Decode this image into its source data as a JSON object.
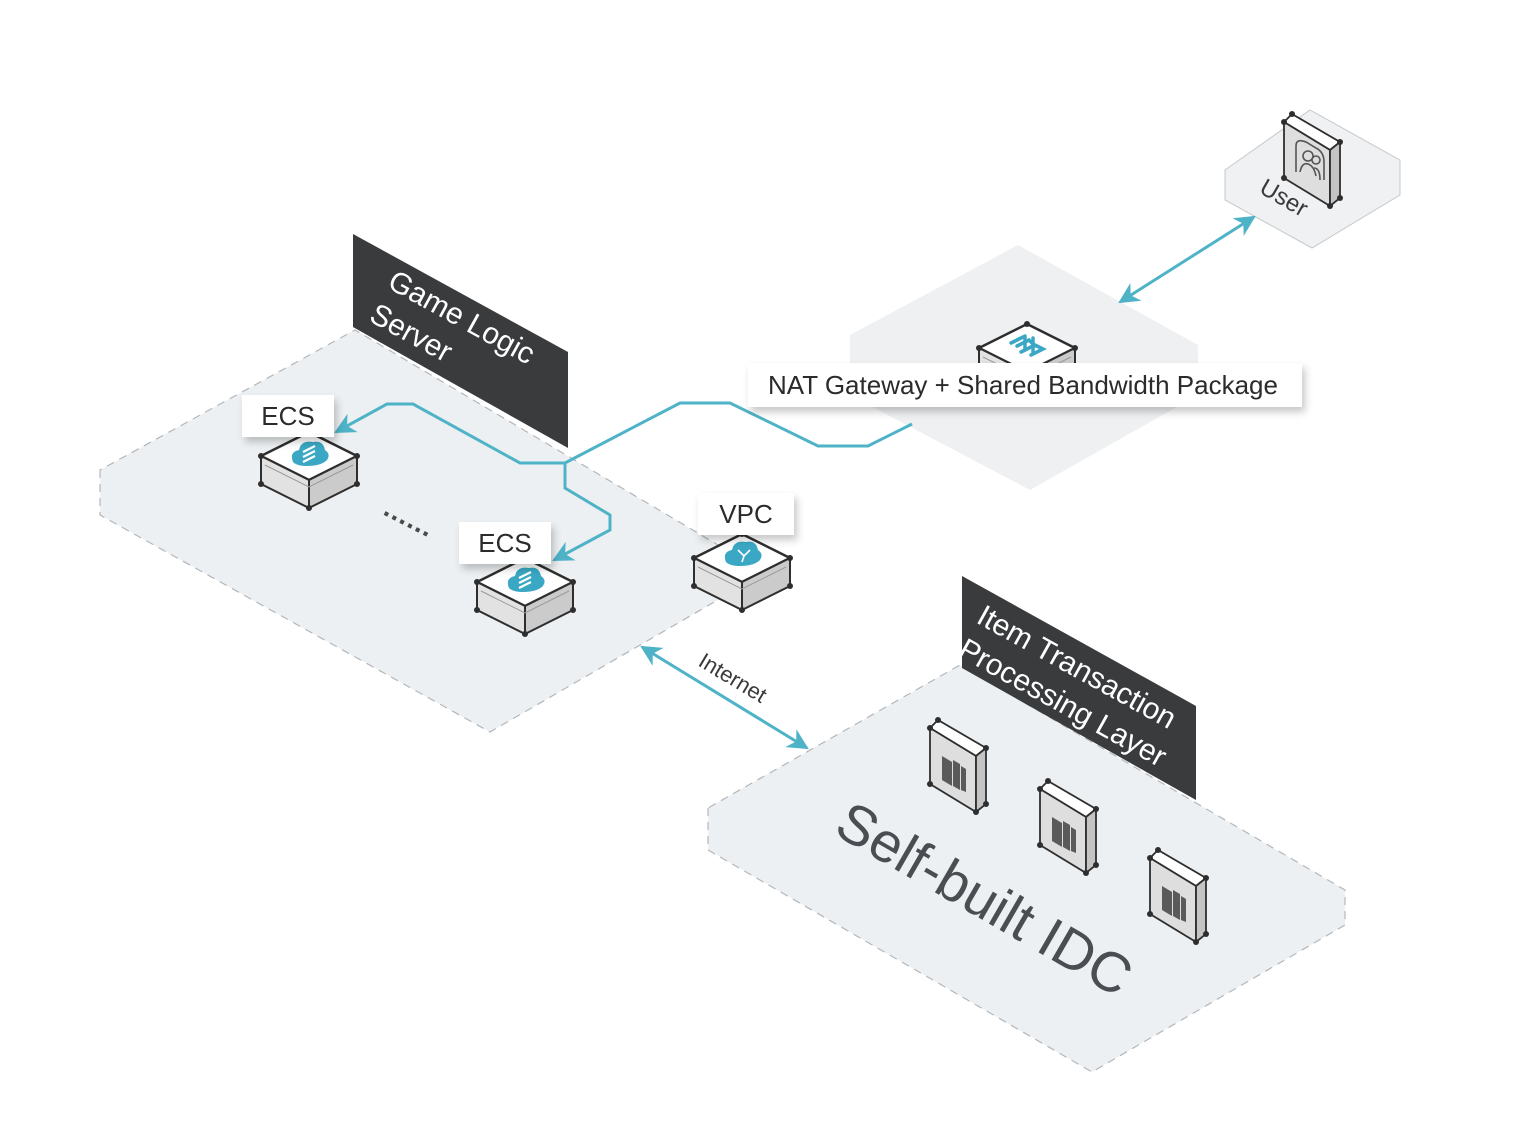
{
  "diagram": {
    "colors": {
      "platform_fill": "#eceff1",
      "platform_edge": "#b0b4b8",
      "sign_fill": "#3a3b3d",
      "connector": "#4fb3c8",
      "icon_accent": "#3aa8c4",
      "device_top": "#ffffff",
      "device_side_light": "#e4e4e4",
      "device_side_dark": "#c9c9c9",
      "device_edge": "#2e2e2e"
    },
    "zones": {
      "game_logic": {
        "sign_line1": "Game Logic",
        "sign_line2": "Server"
      },
      "idc": {
        "sign_line1": "Item Transaction",
        "sign_line2": "Processing Layer",
        "floor_label": "Self-built IDC"
      },
      "nat": {
        "label": "NAT Gateway + Shared Bandwidth Package"
      },
      "user": {
        "label": "User"
      }
    },
    "nodes": {
      "ecs_1": {
        "label": "ECS",
        "icon": "ecs-cloud-icon"
      },
      "ecs_2": {
        "label": "ECS",
        "icon": "ecs-cloud-icon"
      },
      "vpc": {
        "label": "VPC",
        "icon": "vpc-cloud-icon"
      },
      "ellipsis": "......",
      "nat_gateway": {
        "icon": "nat-gateway-icon"
      },
      "user_device": {
        "icon": "user-group-icon"
      },
      "idc_servers": [
        {
          "icon": "server-rack-icon"
        },
        {
          "icon": "server-rack-icon"
        },
        {
          "icon": "server-rack-icon"
        }
      ]
    },
    "links": {
      "internet_label": "Internet",
      "user_nat": "bidirectional",
      "vpc_idc": "bidirectional",
      "nat_to_ecs": "fan-out"
    }
  }
}
